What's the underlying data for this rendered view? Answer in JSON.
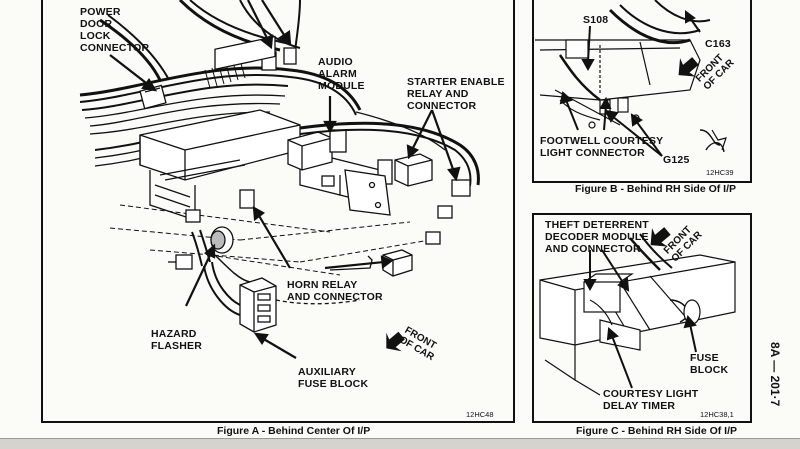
{
  "figure_a": {
    "caption": "Figure A - Behind Center Of I/P",
    "code": "12HC48",
    "front_label": "FRONT\nOF CAR",
    "labels": {
      "power_door_lock": "POWER\nDOOR\nLOCK\nCONNECTOR",
      "audio_alarm": "AUDIO\nALARM\nMODULE",
      "starter_enable": "STARTER ENABLE\nRELAY AND\nCONNECTOR",
      "horn_relay": "HORN RELAY\nAND CONNECTOR",
      "hazard_flasher": "HAZARD\nFLASHER",
      "auxiliary_fuse": "AUXILIARY\nFUSE BLOCK"
    }
  },
  "figure_b": {
    "caption": "Figure B - Behind RH Side Of I/P",
    "code": "12HC39",
    "front_label": "FRONT\nOF CAR",
    "labels": {
      "s108": "S108",
      "c163": "C163",
      "footwell": "FOOTWELL COURTESY\nLIGHT CONNECTOR",
      "g125": "G125"
    }
  },
  "figure_c": {
    "caption": "Figure C - Behind RH Side Of I/P",
    "code": "12HC38,1",
    "front_label": "FRONT\nOF CAR",
    "labels": {
      "theft_deterrent": "THEFT DETERRENT\nDECODER MODULE\nAND CONNECTOR",
      "fuse_block": "FUSE\nBLOCK",
      "courtesy_timer": "COURTESY LIGHT\nDELAY TIMER"
    }
  },
  "page_number": "8A — 201·7"
}
